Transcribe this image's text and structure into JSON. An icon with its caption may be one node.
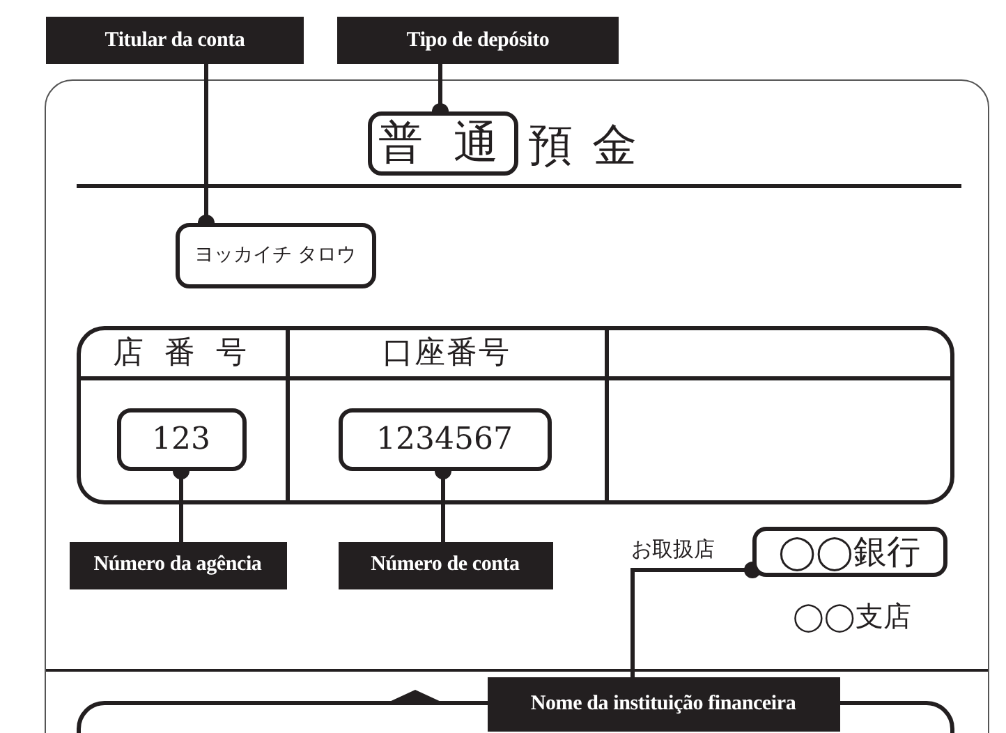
{
  "diagram": {
    "nodes": [
      {
        "text": [
          "Titular da conta"
        ]
      },
      {
        "text": [
          "Tipo de depósito"
        ]
      },
      {
        "text": [],
        "shape": "box"
      },
      {
        "text": [
          "普 通"
        ],
        "in": 2,
        "beside": [
          "預 金"
        ]
      },
      {
        "text": [
          "ヨッカイチ タロウ"
        ],
        "in": 2
      },
      {
        "text": [
          "店 番 号",
          "口座番号"
        ],
        "in": 2
      },
      {
        "text": [
          "123"
        ],
        "in": 5
      },
      {
        "text": [
          "1234567"
        ],
        "in": 5
      },
      {
        "text": [
          "Número da agência"
        ],
        "in": 2
      },
      {
        "text": [
          "Número de conta"
        ],
        "in": 2
      },
      {
        "text": [
          "◯◯銀行"
        ],
        "in": 2,
        "beside": [
          "お取扱店"
        ]
      },
      {
        "text": [
          "Nome da instituição financeira"
        ],
        "in": 2
      },
      {
        "text": [],
        "shape": "box"
      }
    ],
    "edges": [
      {
        "from": 0,
        "to": 4,
        "arrow": "other"
      },
      {
        "from": 1,
        "to": 3,
        "arrow": "other"
      },
      {
        "from": 8,
        "to": 6,
        "arrow": "other"
      },
      {
        "from": 9,
        "to": 7,
        "arrow": "other"
      },
      {
        "from": 11,
        "to": 10,
        "arrow": "other"
      }
    ],
    "labels": [
      "◯◯支店"
    ]
  }
}
